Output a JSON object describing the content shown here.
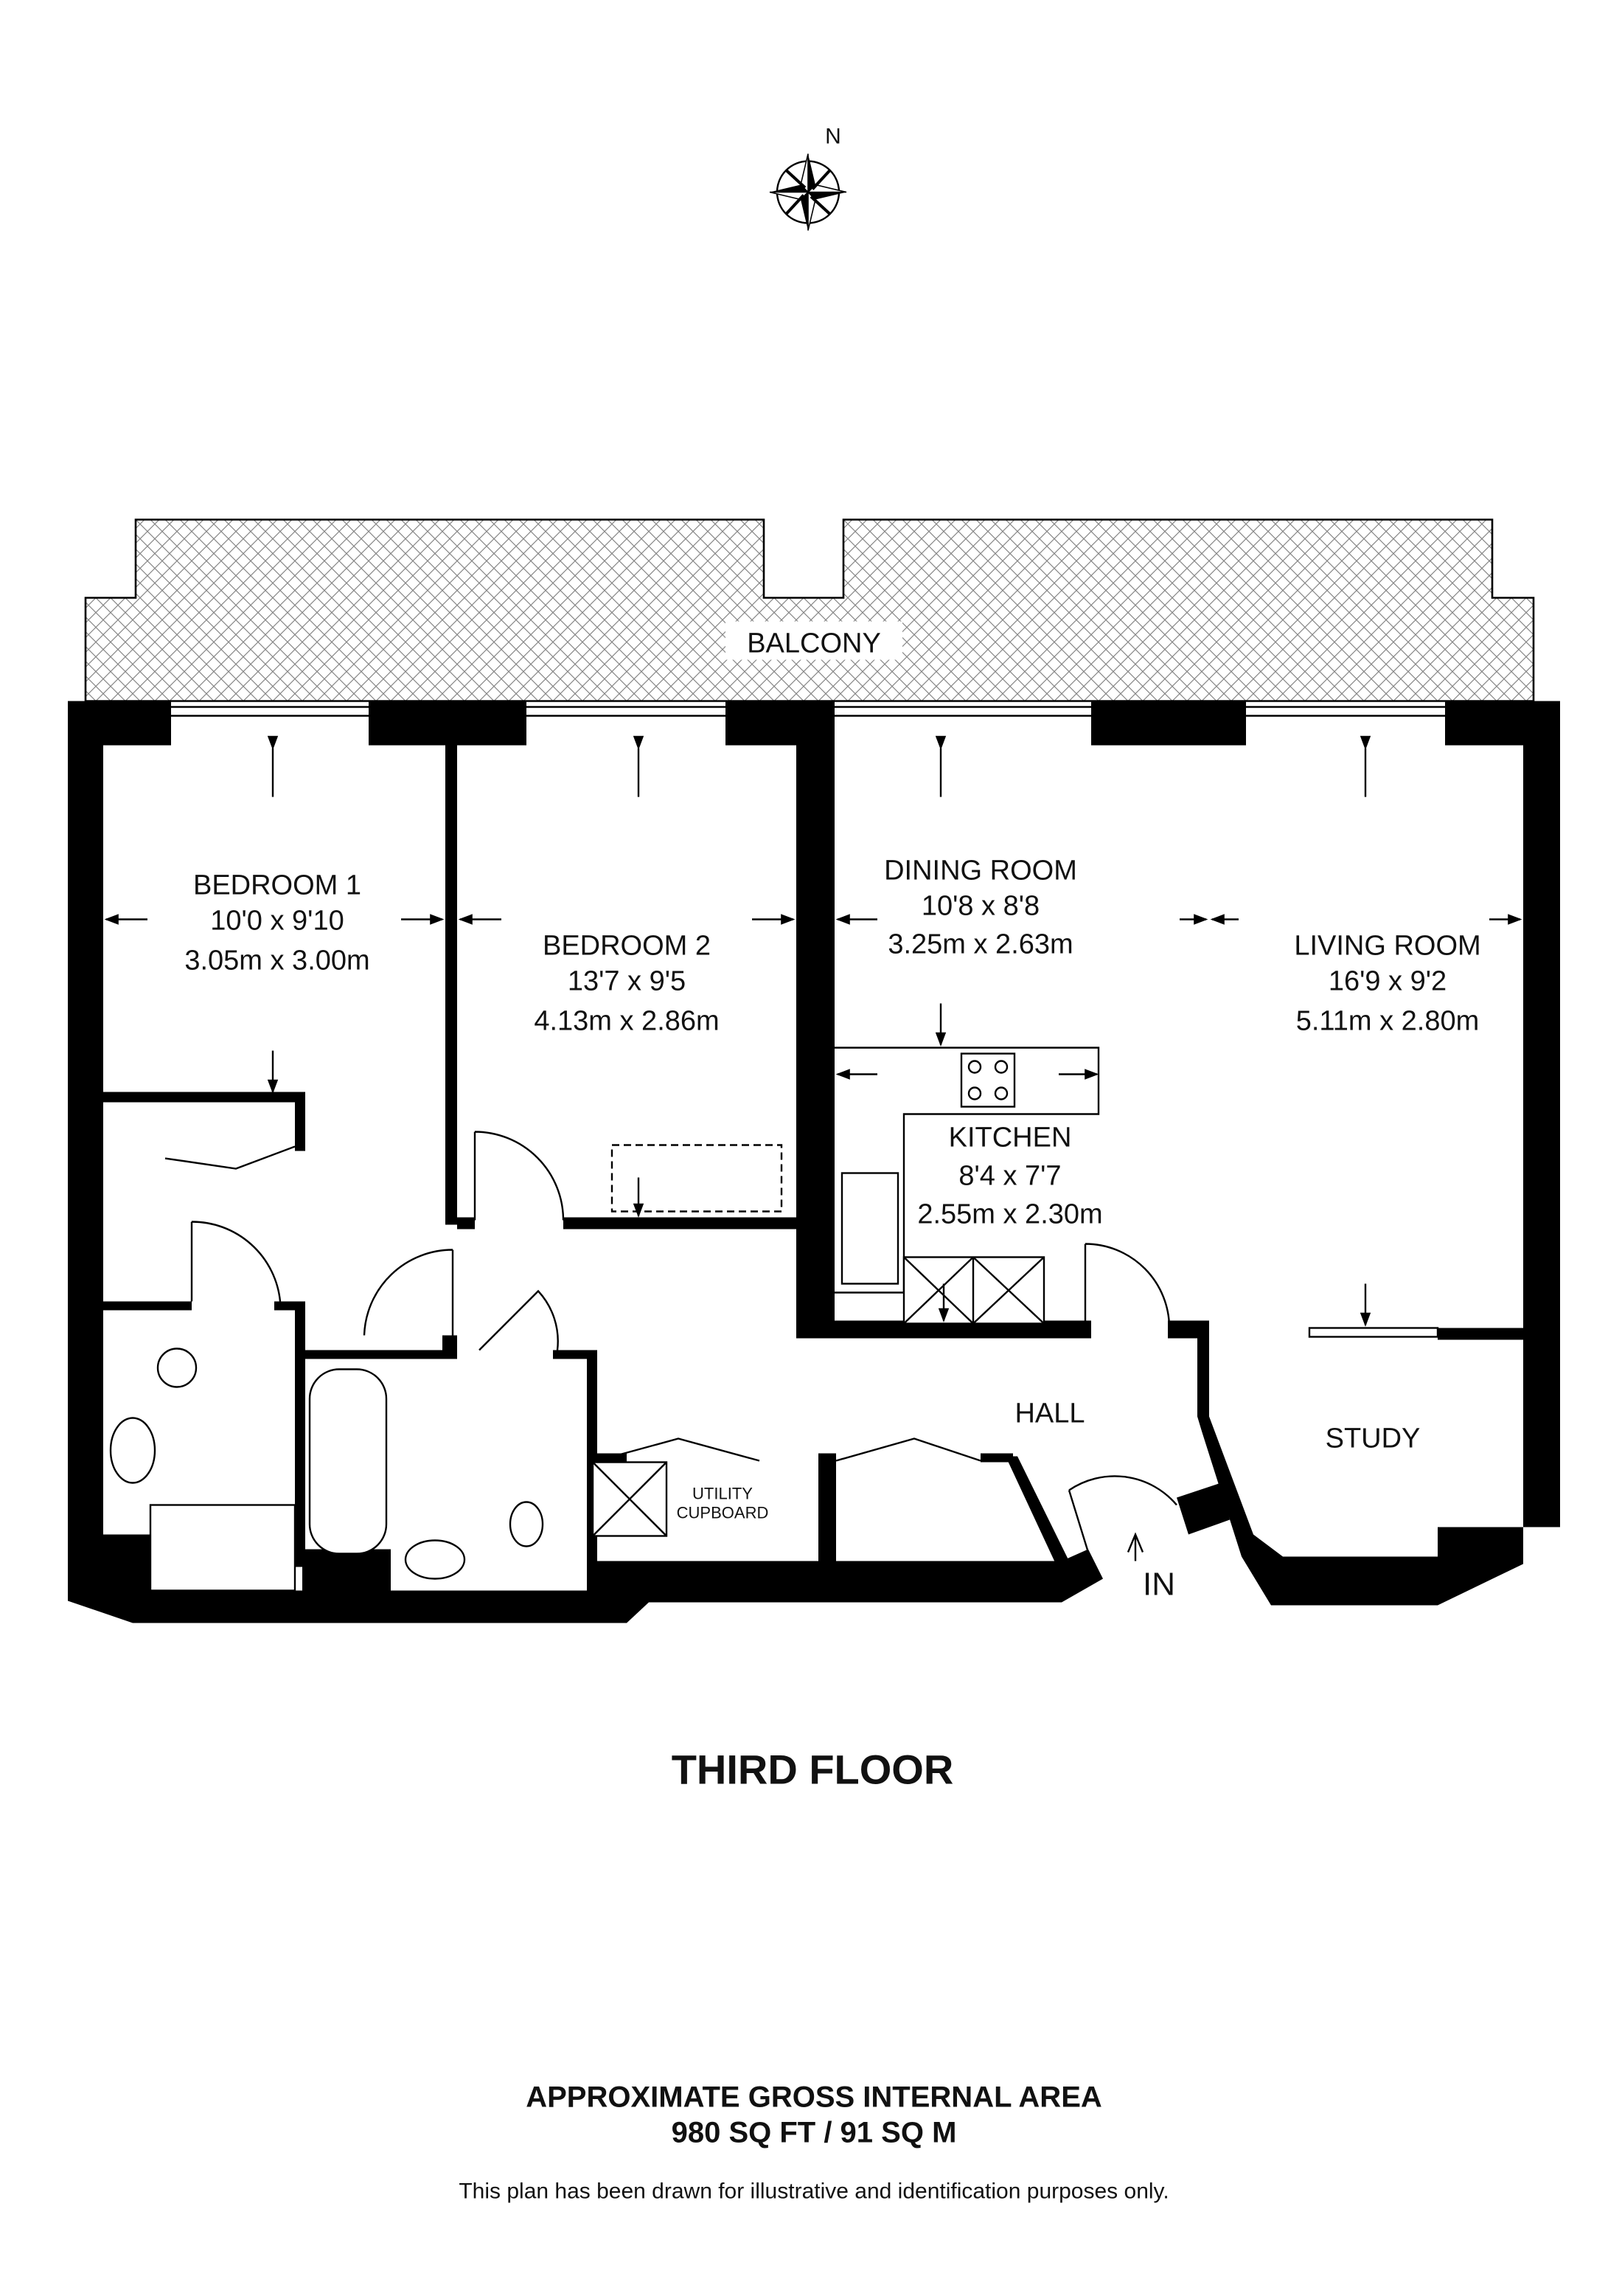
{
  "compass": {
    "label": "N"
  },
  "rooms": {
    "balcony": {
      "name": "BALCONY"
    },
    "bedroom1": {
      "name": "BEDROOM 1",
      "imperial": "10'0 x 9'10",
      "metric": "3.05m x 3.00m"
    },
    "bedroom2": {
      "name": "BEDROOM 2",
      "imperial": "13'7 x 9'5",
      "metric": "4.13m x 2.86m"
    },
    "dining": {
      "name": "DINING ROOM",
      "imperial": "10'8 x 8'8",
      "metric": "3.25m x 2.63m"
    },
    "living": {
      "name": "LIVING ROOM",
      "imperial": "16'9 x 9'2",
      "metric": "5.11m x 2.80m"
    },
    "kitchen": {
      "name": "KITCHEN",
      "imperial": "8'4 x 7'7",
      "metric": "2.55m x 2.30m"
    },
    "hall": {
      "name": "HALL"
    },
    "study": {
      "name": "STUDY"
    },
    "utility": {
      "line1": "UTILITY",
      "line2": "CUPBOARD"
    },
    "entrance": {
      "label": "IN"
    }
  },
  "floor_title": "THIRD FLOOR",
  "area": {
    "heading": "APPROXIMATE GROSS INTERNAL AREA",
    "value": "980 SQ FT / 91 SQ M"
  },
  "disclaimer": "This plan has been drawn for illustrative and identification purposes only."
}
